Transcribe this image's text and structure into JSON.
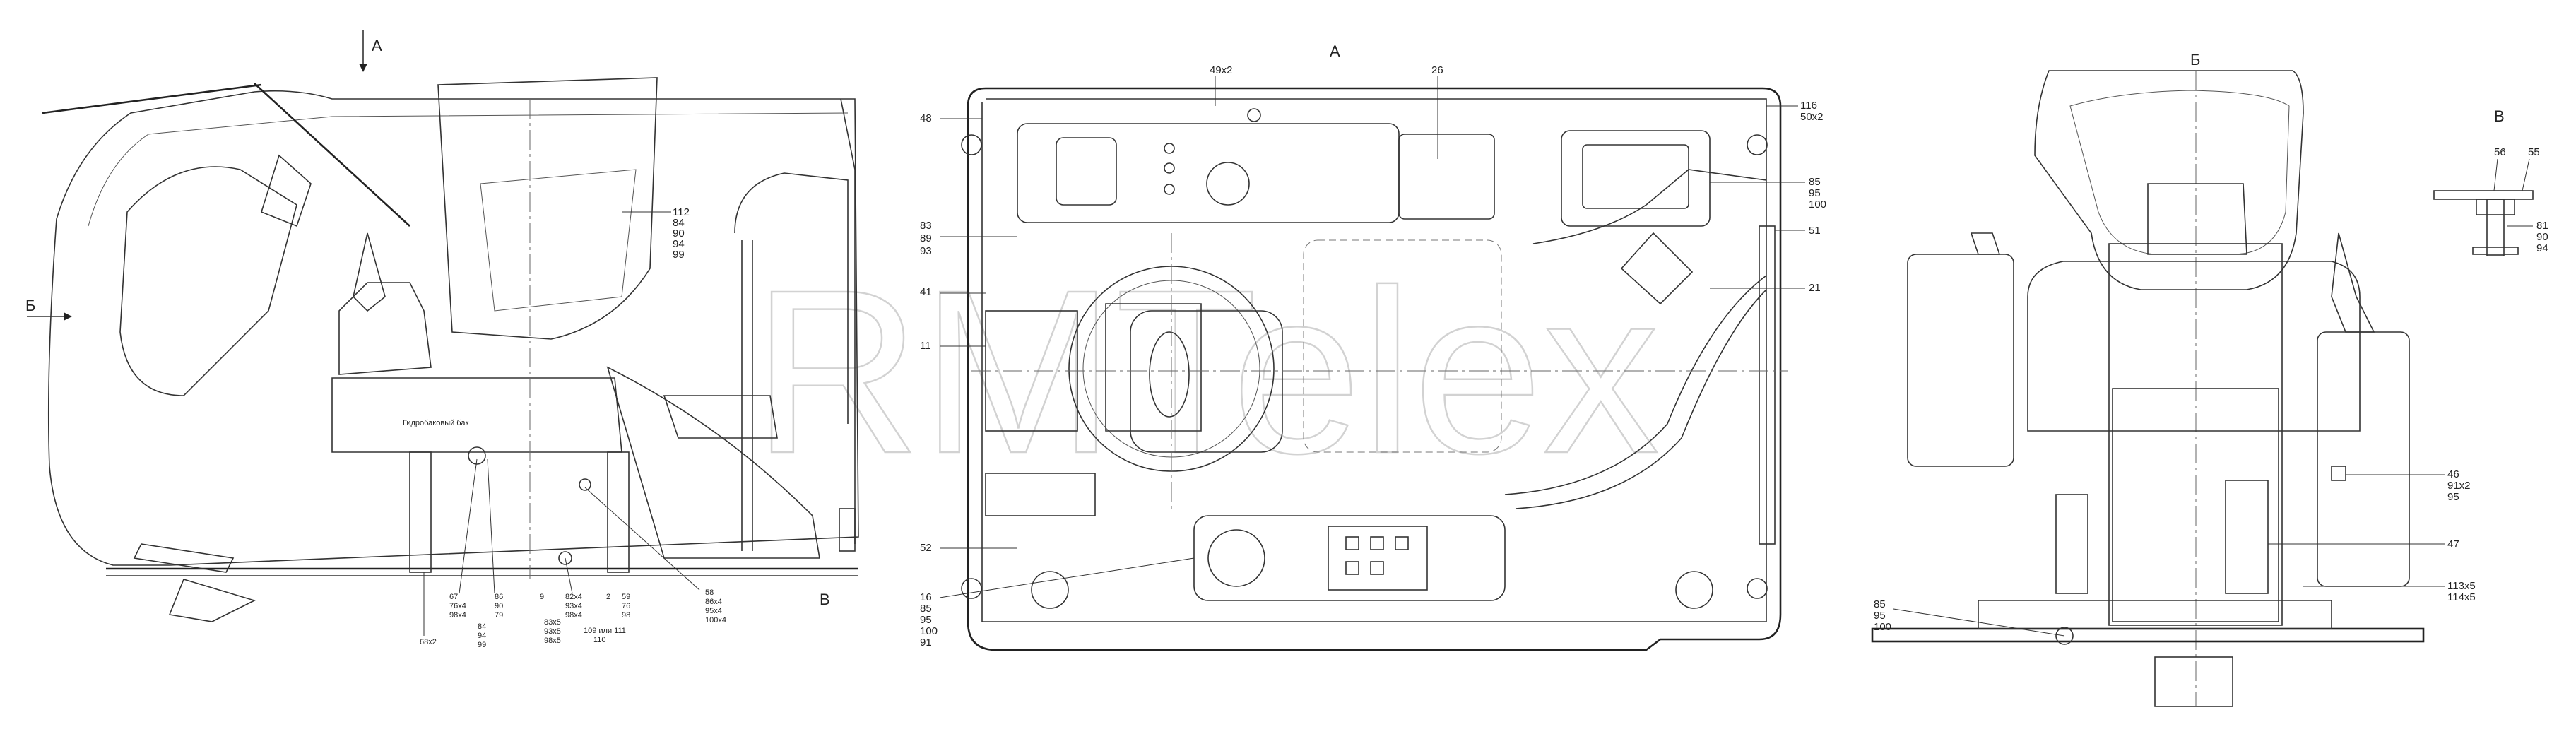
{
  "views": {
    "arrow_a": "А",
    "arrow_b": "Б",
    "arrow_v": "В",
    "title_a": "А",
    "title_b": "Б",
    "title_v": "В"
  },
  "watermark": "RMTelex",
  "panel_caption": "Гидробаковый бак",
  "side_labels": {
    "l112": [
      "112",
      "84",
      "90",
      "94",
      "99"
    ],
    "l67": [
      "67",
      "76x4",
      "98x4"
    ],
    "l86": [
      "86",
      "90",
      "79"
    ],
    "l84b": [
      "84",
      "94",
      "99"
    ],
    "l9": "9",
    "l82": [
      "82x4",
      "93x4",
      "98x4"
    ],
    "l2": "2",
    "l59": [
      "59",
      "76",
      "98"
    ],
    "l58": [
      "58",
      "86x4",
      "95x4",
      "100x4"
    ],
    "l83": [
      "83x5",
      "93x5",
      "98x5"
    ],
    "l109": "109 или 111",
    "l110": "110",
    "l68": "68x2"
  },
  "top_labels": {
    "l49": "49x2",
    "l26": "26",
    "l48": "48",
    "l116": [
      "116",
      "50x2"
    ],
    "l85r": [
      "85",
      "95",
      "100"
    ],
    "l83": [
      "83",
      "89",
      "93"
    ],
    "l51": "51",
    "l41": "41",
    "l21": "21",
    "l11": "11",
    "l52": "52",
    "l16": [
      "16",
      "85",
      "95",
      "100",
      "91"
    ]
  },
  "front_labels": {
    "l46": [
      "46",
      "91x2",
      "95"
    ],
    "l47": "47",
    "l113": [
      "113x5",
      "114x5"
    ],
    "l85": [
      "85",
      "95",
      "100"
    ]
  },
  "detail_labels": {
    "l56": "56",
    "l55": "55",
    "l81": [
      "81",
      "90",
      "94"
    ]
  }
}
